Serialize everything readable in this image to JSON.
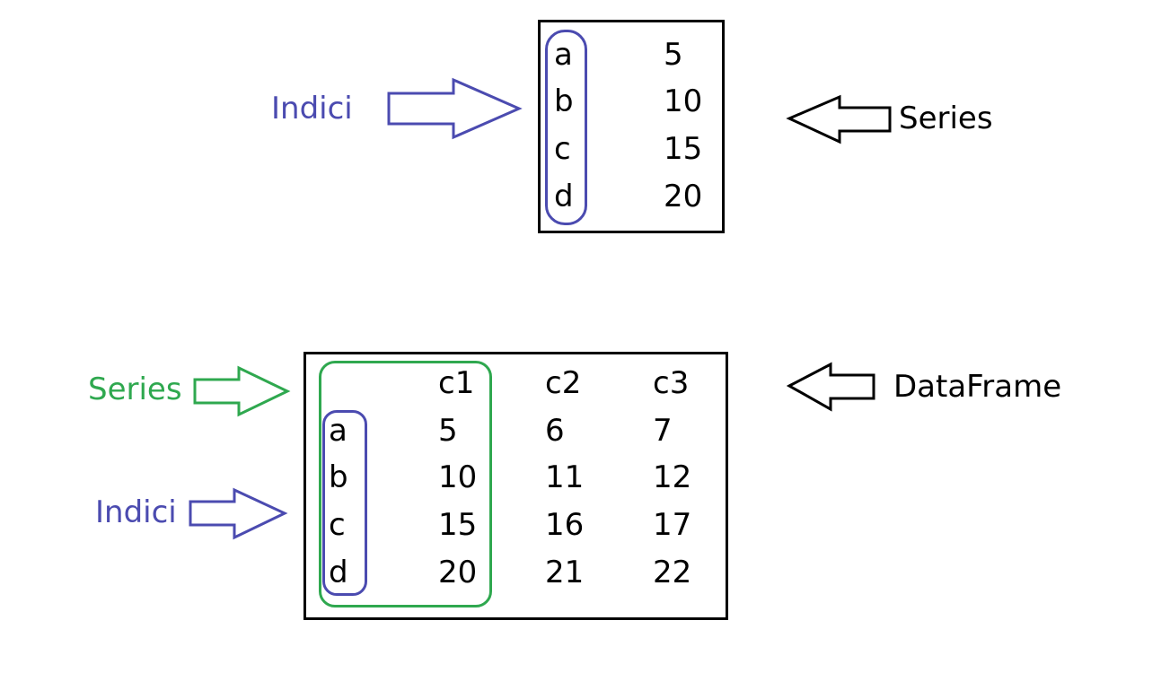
{
  "colors": {
    "index": "#4b4bb0",
    "series": "#2fa84f",
    "frame": "#000000"
  },
  "series_diagram": {
    "index_label": "Indici",
    "target_label": "Series",
    "rows": [
      {
        "index": "a",
        "value": "5"
      },
      {
        "index": "b",
        "value": "10"
      },
      {
        "index": "c",
        "value": "15"
      },
      {
        "index": "d",
        "value": "20"
      }
    ]
  },
  "dataframe_diagram": {
    "series_label": "Series",
    "index_label": "Indici",
    "target_label": "DataFrame",
    "columns": [
      "c1",
      "c2",
      "c3"
    ],
    "rows": [
      {
        "index": "a",
        "values": [
          "5",
          "6",
          "7"
        ]
      },
      {
        "index": "b",
        "values": [
          "10",
          "11",
          "12"
        ]
      },
      {
        "index": "c",
        "values": [
          "15",
          "16",
          "17"
        ]
      },
      {
        "index": "d",
        "values": [
          "20",
          "21",
          "22"
        ]
      }
    ]
  },
  "icons": {
    "arrow_right": "arrow-right-icon",
    "arrow_left": "arrow-left-icon"
  }
}
